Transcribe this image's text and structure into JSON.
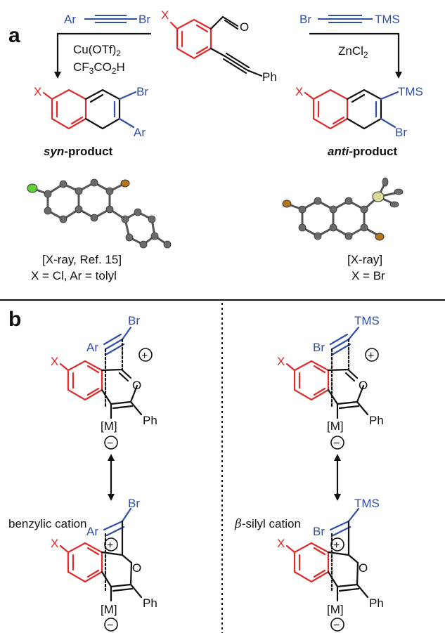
{
  "panel_a": {
    "label": "a",
    "substituent_x": "X",
    "aldehyde_o": "O",
    "ph": "Ph",
    "left_reagent": {
      "ar": "Ar",
      "br": "Br"
    },
    "right_reagent": {
      "br": "Br",
      "tms": "TMS"
    },
    "left_conditions": [
      "Cu(OTf)2",
      "CF3CO2H"
    ],
    "right_conditions": [
      "ZnCl2"
    ],
    "syn_product": {
      "x": "X",
      "br": "Br",
      "ar": "Ar",
      "label_italic": "syn",
      "label_rest": "-product"
    },
    "anti_product": {
      "x": "X",
      "tms": "TMS",
      "br": "Br",
      "label_italic": "anti",
      "label_rest": "-product"
    },
    "xray_left": [
      "[X-ray, Ref. 15]",
      "X = Cl, Ar = tolyl"
    ],
    "xray_right": [
      "[X-ray]",
      "X = Br"
    ]
  },
  "panel_b": {
    "label": "b",
    "left": {
      "ar": "Ar",
      "br": "Br",
      "x": "X",
      "o": "O",
      "ph": "Ph",
      "m": "[M]",
      "plus": "+",
      "minus": "−",
      "note": "benzylic cation"
    },
    "right": {
      "br": "Br",
      "tms": "TMS",
      "x": "X",
      "o": "O",
      "ph": "Ph",
      "m": "[M]",
      "plus": "+",
      "minus": "−",
      "note_greek": "β",
      "note_rest": "-silyl cation"
    }
  },
  "colors": {
    "blue": "#2f4fa8",
    "red": "#e02a2a",
    "black": "#111111",
    "gray": "#6b6b6b",
    "green": "#5fcf3a",
    "orange": "#b8741a",
    "yellow": "#d8dc96"
  }
}
